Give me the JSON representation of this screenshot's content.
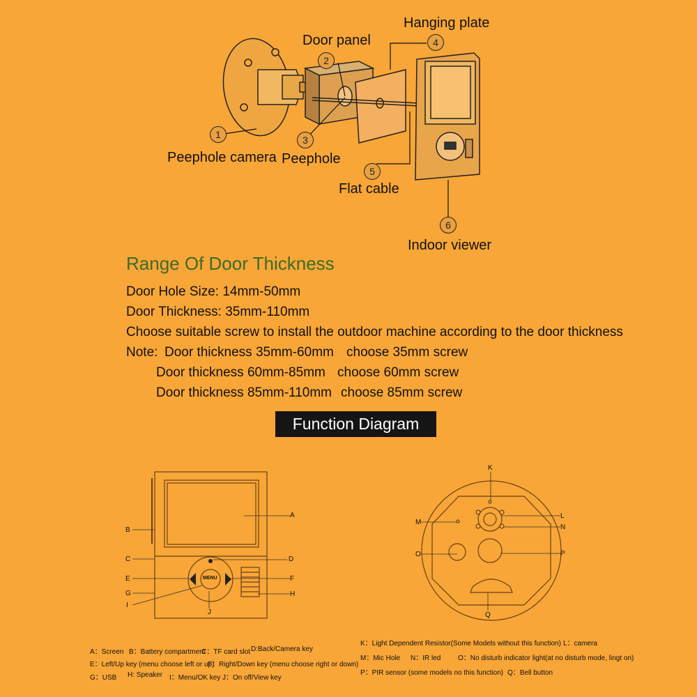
{
  "parts": {
    "n1": "1",
    "n2": "2",
    "n3": "3",
    "n4": "4",
    "n5": "5",
    "n6": "6",
    "peephole_camera": "Peephole camera",
    "door_panel": "Door panel",
    "peephole": "Peephole",
    "hanging_plate": "Hanging plate",
    "flat_cable": "Flat cable",
    "indoor_viewer": "Indoor viewer"
  },
  "thickness": {
    "title": "Range Of Door Thickness",
    "hole_size": "Door Hole Size: 14mm-50mm",
    "door_thickness": "Door Thickness: 35mm-110mm",
    "choose": "Choose suitable screw to install the outdoor machine according to the door thickness",
    "note_label": "Note:",
    "rows": [
      {
        "range": "Door thickness 35mm-60mm",
        "screw": "choose 35mm screw"
      },
      {
        "range": "Door thickness 60mm-85mm",
        "screw": "choose 60mm screw"
      },
      {
        "range": "Door thickness 85mm-110mm",
        "screw": "choose 85mm screw"
      }
    ]
  },
  "function": {
    "title": "Function Diagram",
    "menu_label": "MENU",
    "letters": {
      "A": "A",
      "B": "B",
      "C": "C",
      "D": "D",
      "E": "E",
      "F": "F",
      "G": "G",
      "H": "H",
      "I": "I",
      "J": "J",
      "K": "K",
      "L": "L",
      "M": "M",
      "N": "N",
      "O": "O",
      "P": "P",
      "Q": "Q"
    },
    "legend_left": [
      [
        "A：Screen",
        "B：Battery compartment",
        "C：TF card slot",
        "D:Back/Camera key"
      ],
      [
        "E：Left/Up key (menu choose left or up)",
        "F：Right/Down key (menu choose right or down)"
      ],
      [
        "G：USB",
        "H: Speaker",
        "I：Menu/OK key",
        "J：On off/View key"
      ]
    ],
    "legend_right": [
      [
        "K：Light Dependent Resistor(Some Models without this function)",
        "L：camera"
      ],
      [
        "M：Mic Hole",
        "N：IR led",
        "O：No disturb indicator light(at no disturb mode, lingt on)"
      ],
      [
        "P：PIR sensor (some models no this function)",
        "Q：Bell button"
      ]
    ]
  }
}
